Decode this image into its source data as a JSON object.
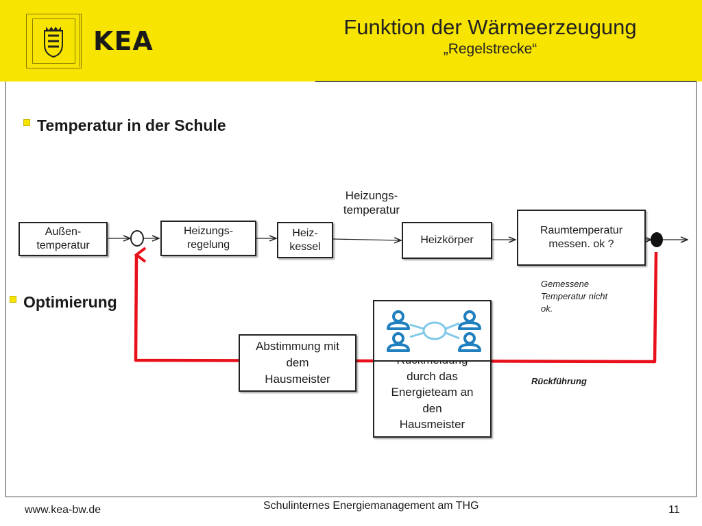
{
  "header": {
    "logo_text": "KEA",
    "title": "Funktion der Wärmeerzeugung",
    "subtitle": "„Regelstrecke“"
  },
  "bullets": {
    "first": "Temperatur in der Schule",
    "second": "Optimierung"
  },
  "diagram": {
    "boxes": {
      "aussentemperatur": "Außen-\ntemperatur",
      "heizungsregelung": "Heizungs-\nregelung",
      "heizkessel": "Heiz-\nkessel",
      "heizkoerper": "Heizkörper",
      "raumtemperatur": "Raumtemperatur\nmessen. ok ?",
      "abstimmung": "Abstimmung mit\ndem\nHausmeister",
      "rueckmeldung": "Rückmeldung\ndurch das\nEnergieteam an\nden\nHausmeister"
    },
    "labels": {
      "heizungstemperatur": "Heizungs-\ntemperatur",
      "gemessene": "Gemessene\nTemperatur nicht\nok.",
      "rueckfuehrung": "Rückführung"
    },
    "colors": {
      "feedback": "#e8101a",
      "people_icon": "#1f7fbf",
      "people_link": "#7ec8e8"
    },
    "icons": [
      "people-network-icon",
      "coat-of-arms-icon"
    ]
  },
  "footer": {
    "url": "www.kea-bw.de",
    "center": "Schulinternes Energiemanagement am THG",
    "page": "11"
  }
}
